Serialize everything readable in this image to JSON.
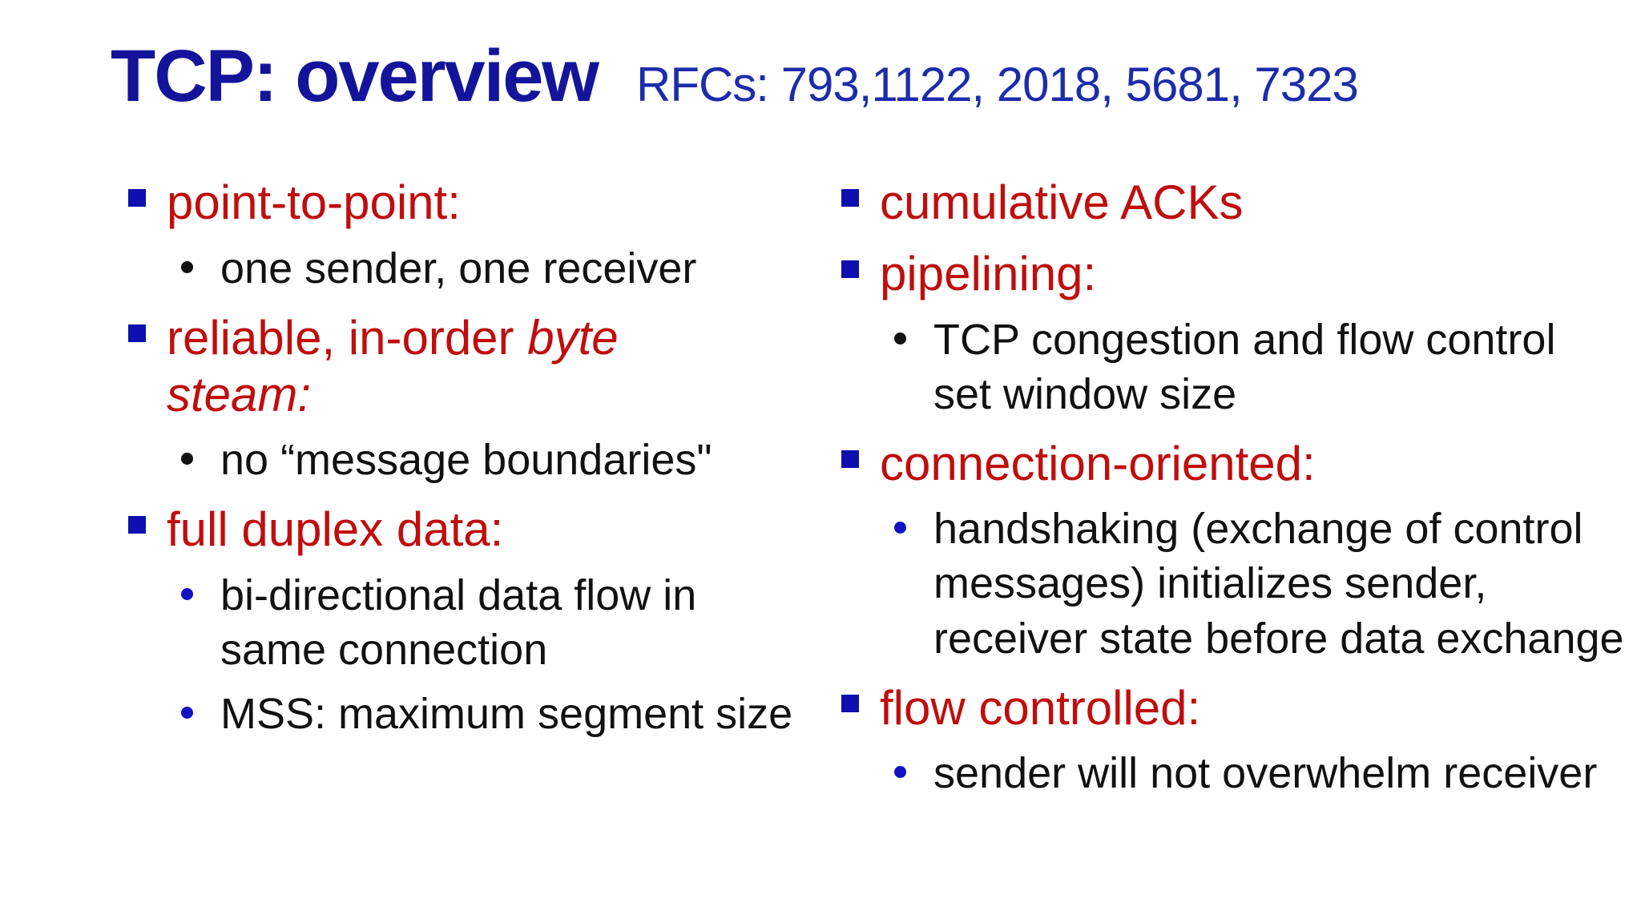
{
  "slide": {
    "title": "TCP: overview",
    "rfcs": "RFCs: 793,1122, 2018, 5681, 7323",
    "colors": {
      "background": "#ffffff",
      "title_blue": "#14149b",
      "rfc_blue": "#1d2cab",
      "heading_red": "#c00d0d",
      "bullet_square_blue": "#0f0faf",
      "bullet_dot_blue": "#1212c4",
      "body_black": "#111111"
    },
    "columns": [
      {
        "name": "left",
        "items": [
          {
            "kind": "heading",
            "segments": [
              {
                "text": "point-to-point:",
                "italic": false
              }
            ]
          },
          {
            "kind": "sub",
            "dot": "black",
            "text": "one sender, one receiver"
          },
          {
            "kind": "heading",
            "segments": [
              {
                "text": "reliable, in-order ",
                "italic": false
              },
              {
                "text": "byte\nsteam:",
                "italic": true
              }
            ]
          },
          {
            "kind": "sub",
            "dot": "black",
            "text": "no “message boundaries\""
          },
          {
            "kind": "heading",
            "segments": [
              {
                "text": "full duplex data:",
                "italic": false
              }
            ]
          },
          {
            "kind": "sub",
            "dot": "blue",
            "text": "bi-directional data flow in\nsame connection"
          },
          {
            "kind": "sub",
            "dot": "blue",
            "text": "MSS: maximum segment size"
          }
        ]
      },
      {
        "name": "right",
        "items": [
          {
            "kind": "heading",
            "segments": [
              {
                "text": "cumulative ACKs",
                "italic": false
              }
            ]
          },
          {
            "kind": "heading",
            "segments": [
              {
                "text": "pipelining:",
                "italic": false
              }
            ]
          },
          {
            "kind": "sub",
            "dot": "black",
            "text": "TCP congestion and flow control\nset window size"
          },
          {
            "kind": "heading",
            "segments": [
              {
                "text": "connection-oriented:",
                "italic": false
              }
            ]
          },
          {
            "kind": "sub",
            "dot": "blue",
            "text": "handshaking (exchange of control\nmessages) initializes sender,\nreceiver state before data exchange"
          },
          {
            "kind": "heading",
            "segments": [
              {
                "text": "flow controlled:",
                "italic": false
              }
            ]
          },
          {
            "kind": "sub",
            "dot": "blue",
            "text": "sender will not overwhelm receiver"
          }
        ]
      }
    ]
  }
}
